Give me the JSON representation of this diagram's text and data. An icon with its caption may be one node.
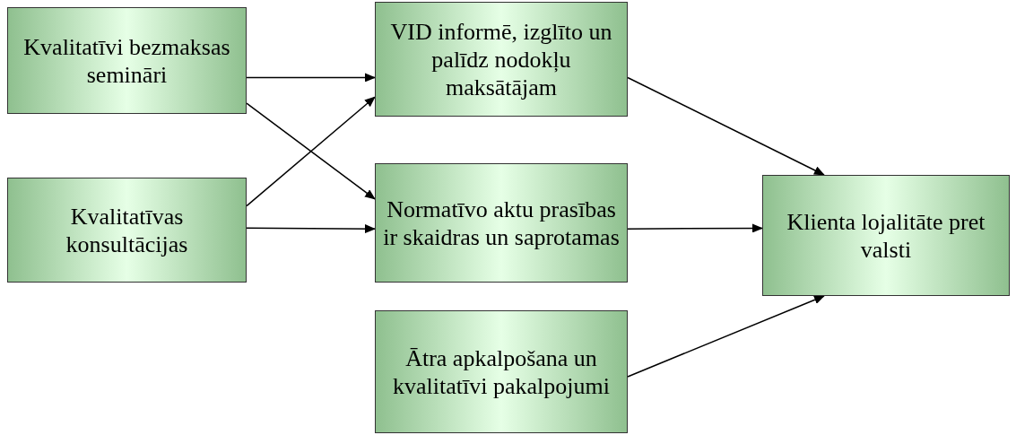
{
  "diagram": {
    "nodes": [
      {
        "text": [
          "Kvalitatīvi bezmaksas semināri"
        ]
      },
      {
        "text": [
          "Kvalitatīvas konsultācijas"
        ]
      },
      {
        "text": [
          "VID informē, izglīto un palīdz nodokļu maksātājam"
        ]
      },
      {
        "text": [
          "Normatīvo aktu prasības ir skaidras un saprotamas"
        ]
      },
      {
        "text": [
          "Ātra apkalpošana un kvalitatīvi pakalpojumi"
        ]
      },
      {
        "text": [
          "Klienta lojalitāte pret valsti"
        ]
      }
    ],
    "edges": [
      {
        "from": 0,
        "to": 2,
        "arrow": "to"
      },
      {
        "from": 0,
        "to": 3,
        "arrow": "to"
      },
      {
        "from": 1,
        "to": 2,
        "arrow": "to"
      },
      {
        "from": 1,
        "to": 3,
        "arrow": "to"
      },
      {
        "from": 2,
        "to": 5,
        "arrow": "to"
      },
      {
        "from": 3,
        "to": 5,
        "arrow": "to"
      },
      {
        "from": 4,
        "to": 5,
        "arrow": "to"
      }
    ]
  }
}
